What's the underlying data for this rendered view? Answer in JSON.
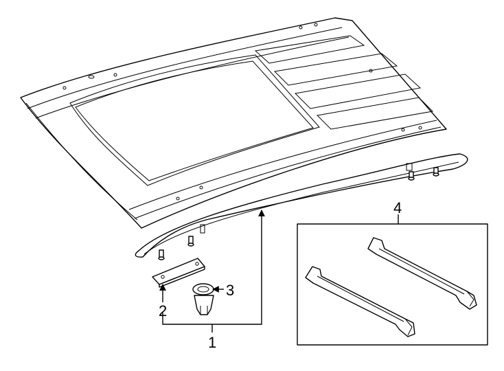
{
  "callouts": {
    "part1": "1",
    "part2": "2",
    "part3": "3",
    "part4": "4"
  },
  "parts": [
    {
      "number": "1",
      "name": "roof-rail"
    },
    {
      "number": "2",
      "name": "bracket-plate"
    },
    {
      "number": "3",
      "name": "nut"
    },
    {
      "number": "4",
      "name": "cross-bar-kit"
    }
  ]
}
